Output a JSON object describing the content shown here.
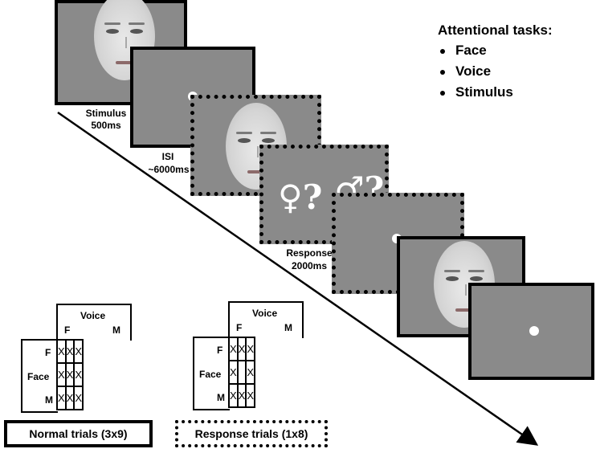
{
  "tasks": {
    "title": "Attentional tasks:",
    "items": [
      "Face",
      "Voice",
      "Stimulus"
    ]
  },
  "labels": {
    "stimulus": "Stimulus",
    "stimulus_time": "500ms",
    "isi": "ISI",
    "isi_time": "~6000ms",
    "response": "Response",
    "response_time": "2000ms"
  },
  "response_symbols": {
    "female": "♀?",
    "male": "♂?"
  },
  "normal_grid": {
    "voice_label": "Voice",
    "col_f": "F",
    "col_m": "M",
    "face_label": "Face",
    "row_f": "F",
    "row_m": "M",
    "rows": [
      [
        "X",
        "X",
        "X"
      ],
      [
        "X",
        "X",
        "X"
      ],
      [
        "X",
        "X",
        "X"
      ]
    ],
    "caption": "Normal trials (3x9)"
  },
  "response_grid": {
    "voice_label": "Voice",
    "col_f": "F",
    "col_m": "M",
    "face_label": "Face",
    "row_f": "F",
    "row_m": "M",
    "rows": [
      [
        "X",
        "X",
        "X"
      ],
      [
        "X",
        "",
        "X"
      ],
      [
        "X",
        "X",
        "X"
      ]
    ],
    "caption": "Response trials (1x8)"
  },
  "colors": {
    "screen_gray": "#8a8a8a",
    "frame": "#000000",
    "background": "#ffffff"
  }
}
